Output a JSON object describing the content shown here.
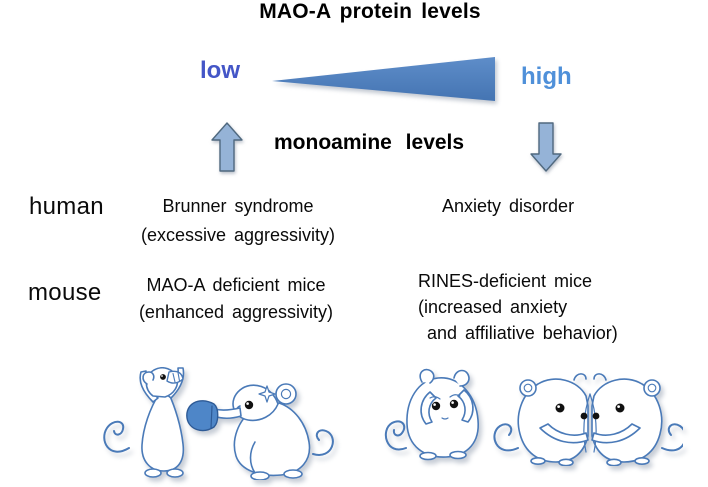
{
  "title": "MAO-A protein levels",
  "scale": {
    "low_label": "low",
    "high_label": "high",
    "monoamine_label": "monoamine levels"
  },
  "human_row": {
    "label": "human",
    "low": {
      "title": "Brunner syndrome",
      "detail": "(excessive aggressivity)"
    },
    "high": {
      "title": "Anxiety disorder"
    }
  },
  "mouse_row": {
    "label": "mouse",
    "low": {
      "title": "MAO-A deficient mice",
      "detail": "(enhanced aggressivity)"
    },
    "high": {
      "title": "RINES-deficient mice",
      "detail_line1": "(increased anxiety",
      "detail_line2": "and affiliative behavior)"
    }
  },
  "icons": {
    "gradient_wedge": "left-thin right-thick blue triangle (low to high)",
    "up_arrow": "block-arrow-up (monoamines increase when MAO-A low)",
    "down_arrow": "block-arrow-down (monoamines decrease when MAO-A high)",
    "fighting_mice": "two mice fighting, one punching the other with a blue boxing glove",
    "anxious_mouse": "mouse holding its head looking anxious",
    "hugging_mice": "two mice hugging (affiliative behavior)"
  },
  "colors": {
    "title_text": "#000000",
    "low_label": "#4456C7",
    "high_label": "#4F90D9",
    "triangle_fill": "#4F81BD",
    "arrow_fill": "#95B3D7",
    "arrow_stroke": "#50697F",
    "mice_outline": "#4A7AB8",
    "boxing_glove": "#4E86C8"
  }
}
